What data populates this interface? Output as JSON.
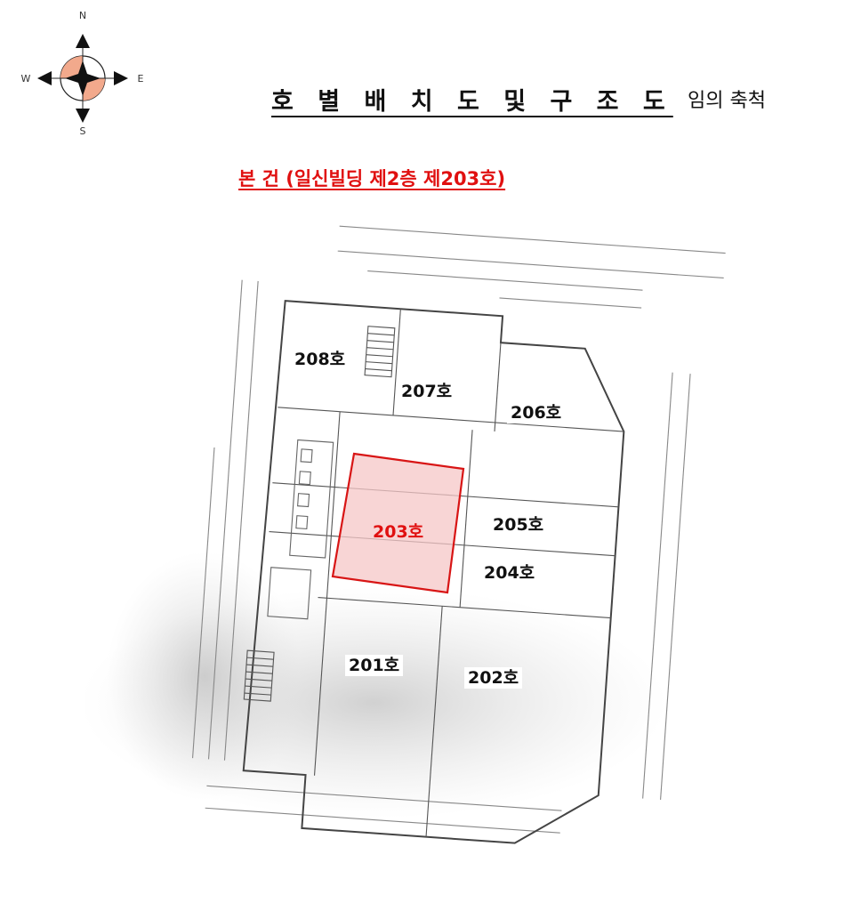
{
  "compass": {
    "north": "N",
    "south": "S",
    "east": "E",
    "west": "W"
  },
  "header": {
    "title": "호 별 배 치 도  및  구 조 도",
    "scale_note": "임의 축척"
  },
  "subject": {
    "title": "본 건 (일신빌딩 제2층 제203호)",
    "highlight_color": "#e01010"
  },
  "rooms": [
    {
      "id": "208",
      "label": "208호"
    },
    {
      "id": "207",
      "label": "207호"
    },
    {
      "id": "206",
      "label": "206호"
    },
    {
      "id": "203",
      "label": "203호",
      "highlight": true
    },
    {
      "id": "205",
      "label": "205호"
    },
    {
      "id": "204",
      "label": "204호"
    },
    {
      "id": "201",
      "label": "201호"
    },
    {
      "id": "202",
      "label": "202호"
    }
  ]
}
